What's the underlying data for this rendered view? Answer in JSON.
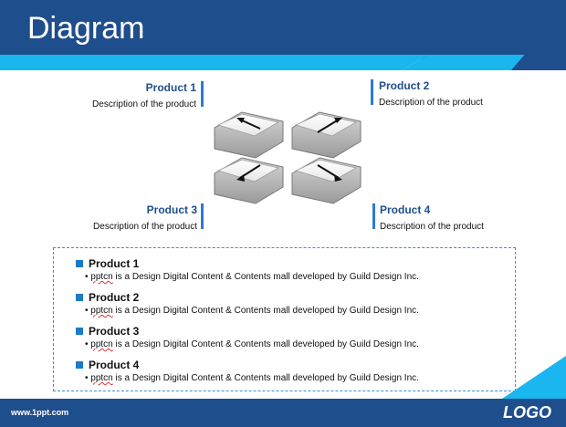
{
  "header": {
    "title": "Diagram",
    "colors": {
      "dark": "#1f4e8c",
      "light": "#19b6f0"
    }
  },
  "products": [
    {
      "name": "Product 1",
      "desc": "Description of the  product"
    },
    {
      "name": "Product 2",
      "desc": "Description of the  product"
    },
    {
      "name": "Product 3",
      "desc": "Description of the  product"
    },
    {
      "name": "Product 4",
      "desc": "Description of the  product"
    }
  ],
  "list": [
    {
      "title": "Product 1",
      "line_prefix": "pptcn",
      "line_rest": " is a Design Digital Content & Contents mall developed by Guild Design Inc."
    },
    {
      "title": "Product 2",
      "line_prefix": "pptcn",
      "line_rest": " is a Design Digital Content & Contents mall developed by Guild Design Inc."
    },
    {
      "title": "Product 3",
      "line_prefix": "pptcn",
      "line_rest": " is a Design Digital Content & Contents mall developed by Guild Design Inc."
    },
    {
      "title": "Product 4",
      "line_prefix": "pptcn",
      "line_rest": " is a Design Digital Content & Contents mall developed by Guild Design Inc."
    }
  ],
  "footer": {
    "url": "www.1ppt.com",
    "logo": "LOGO"
  },
  "icons": [
    "arrow-up-left-icon",
    "arrow-up-right-icon",
    "arrow-down-left-icon",
    "arrow-down-right-icon"
  ]
}
